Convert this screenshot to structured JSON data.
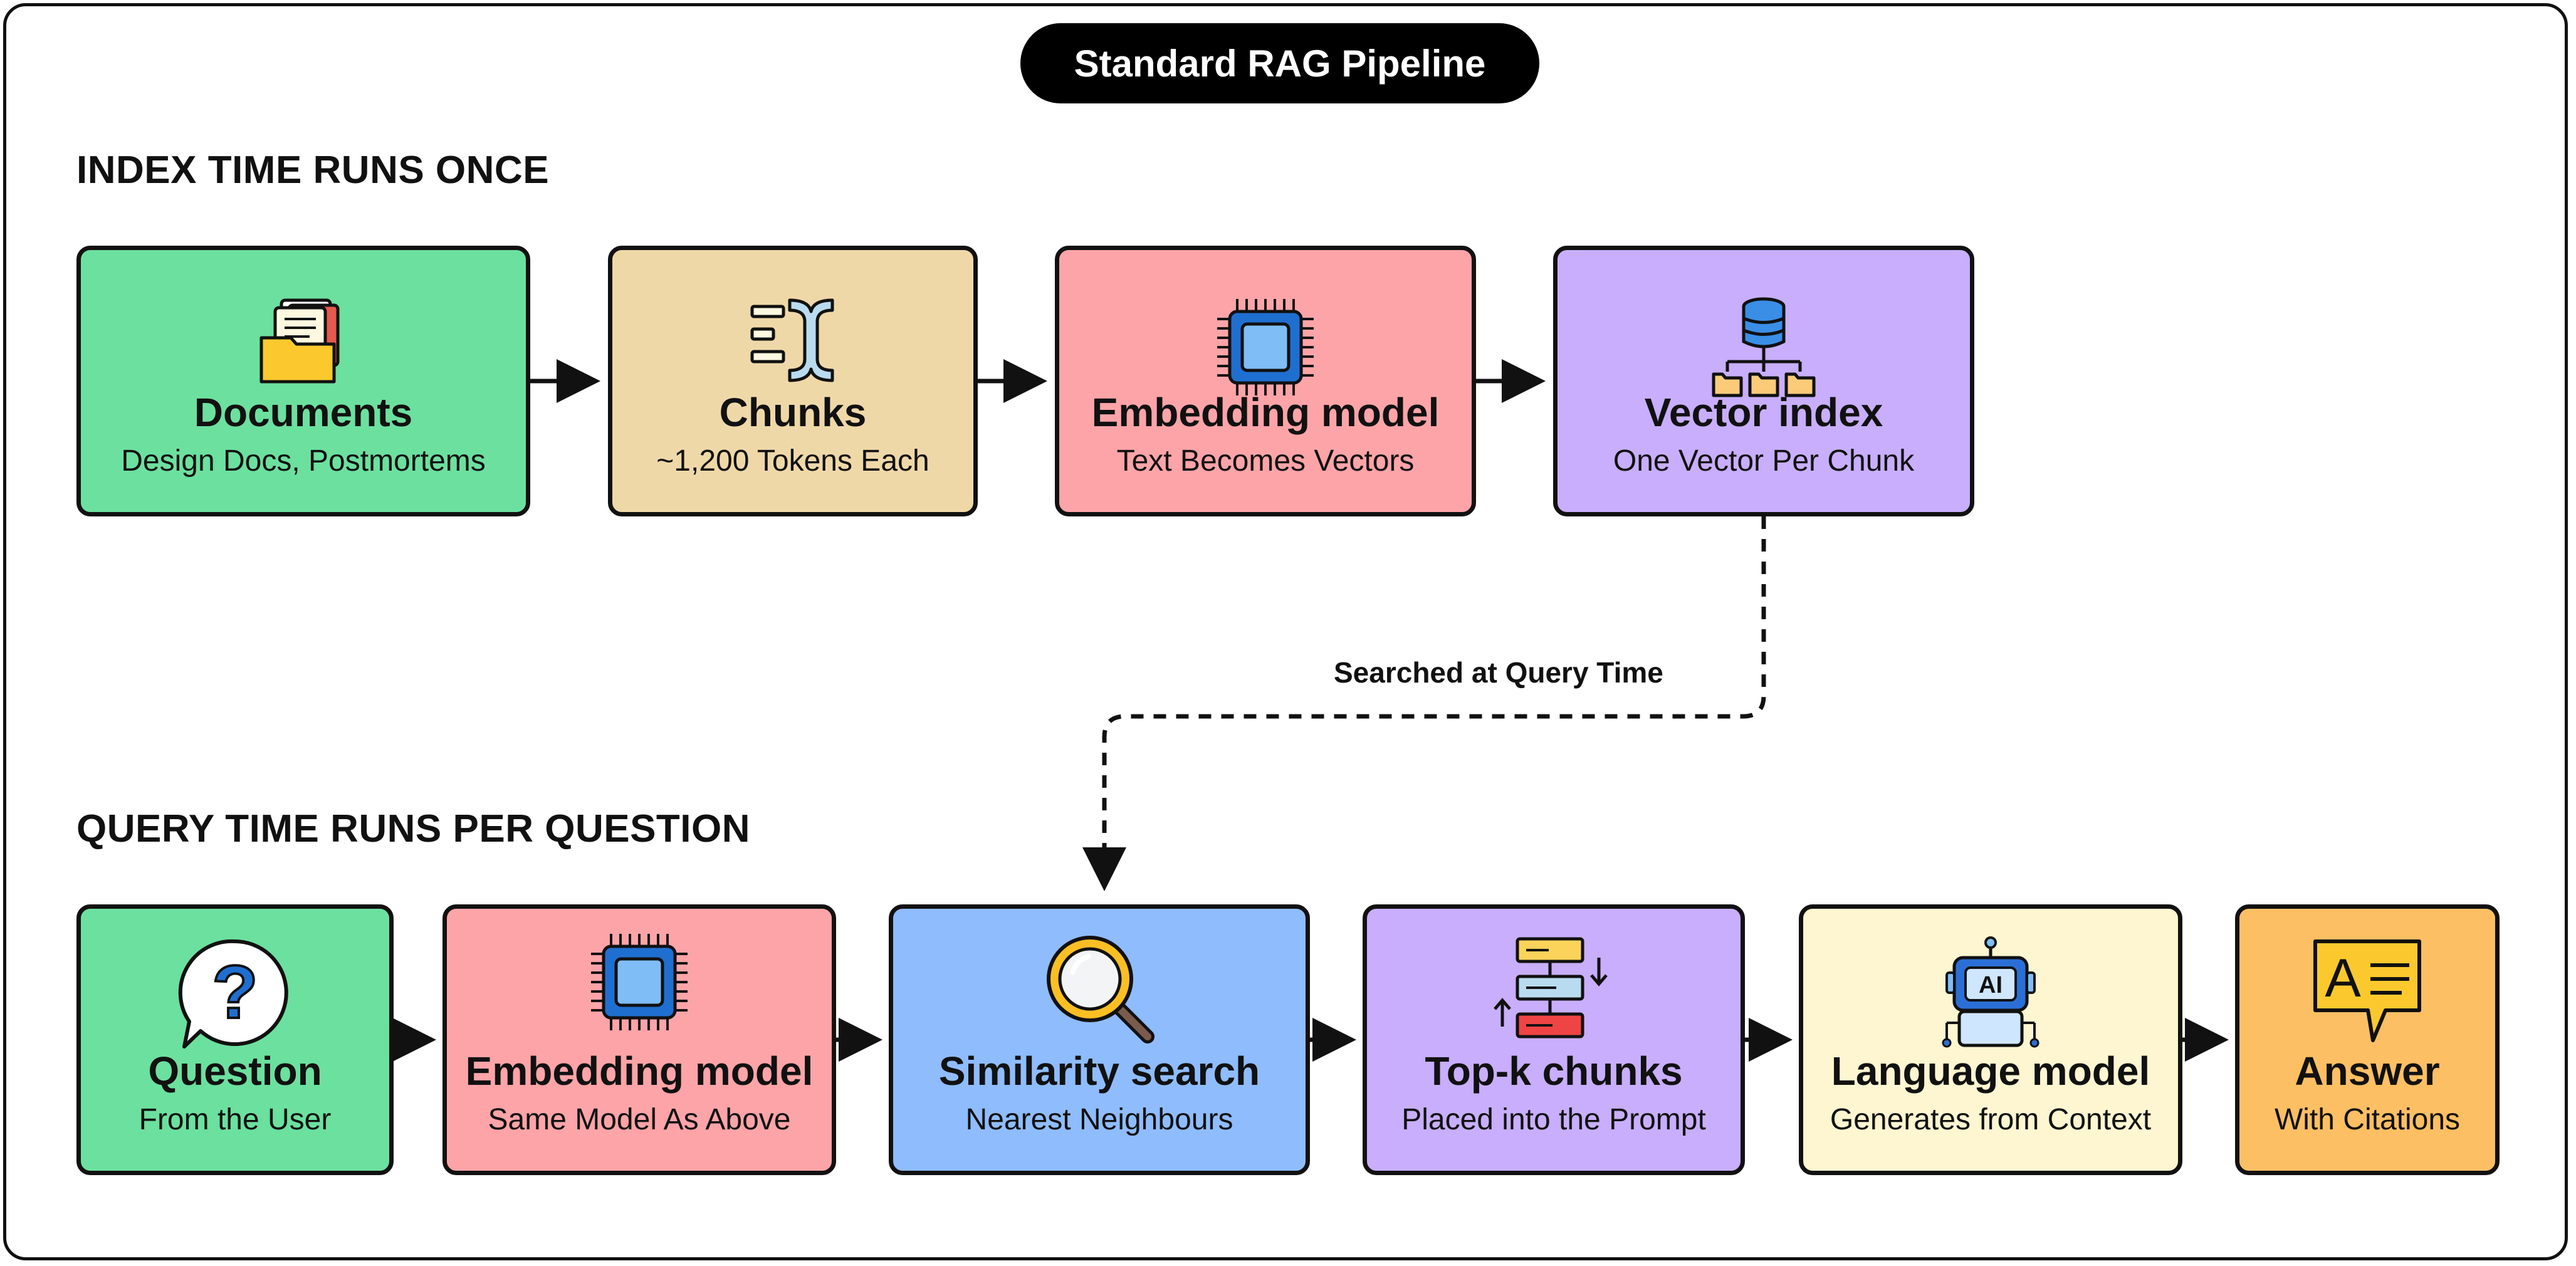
{
  "title": "Standard RAG Pipeline",
  "sections": {
    "index": "INDEX TIME RUNS ONCE",
    "query": "QUERY TIME RUNS PER QUESTION"
  },
  "connector_label": "Searched at Query Time",
  "index_steps": [
    {
      "title": "Documents",
      "subtitle": "Design Docs, Postmortems",
      "color": "#6ce09f",
      "icon": "folder-documents-icon"
    },
    {
      "title": "Chunks",
      "subtitle": "~1,200 Tokens Each",
      "color": "#efd8a8",
      "icon": "text-cursor-icon"
    },
    {
      "title": "Embedding model",
      "subtitle": "Text Becomes Vectors",
      "color": "#fda4a8",
      "icon": "chip-icon"
    },
    {
      "title": "Vector index",
      "subtitle": "One Vector Per Chunk",
      "color": "#c8aefc",
      "icon": "database-tree-icon"
    }
  ],
  "query_steps": [
    {
      "title": "Question",
      "subtitle": "From the User",
      "color": "#6ce09f",
      "icon": "question-bubble-icon"
    },
    {
      "title": "Embedding model",
      "subtitle": "Same Model As Above",
      "color": "#fda4a8",
      "icon": "chip-icon"
    },
    {
      "title": "Similarity search",
      "subtitle": "Nearest Neighbours",
      "color": "#8fbcfd",
      "icon": "magnifier-icon"
    },
    {
      "title": "Top-k chunks",
      "subtitle": "Placed into the Prompt",
      "color": "#c8aefc",
      "icon": "ranked-list-icon"
    },
    {
      "title": "Language model",
      "subtitle": "Generates from Context",
      "color": "#fdf6d1",
      "icon": "ai-robot-icon"
    },
    {
      "title": "Answer",
      "subtitle": "With Citations",
      "color": "#fdbf64",
      "icon": "answer-bubble-icon"
    }
  ]
}
